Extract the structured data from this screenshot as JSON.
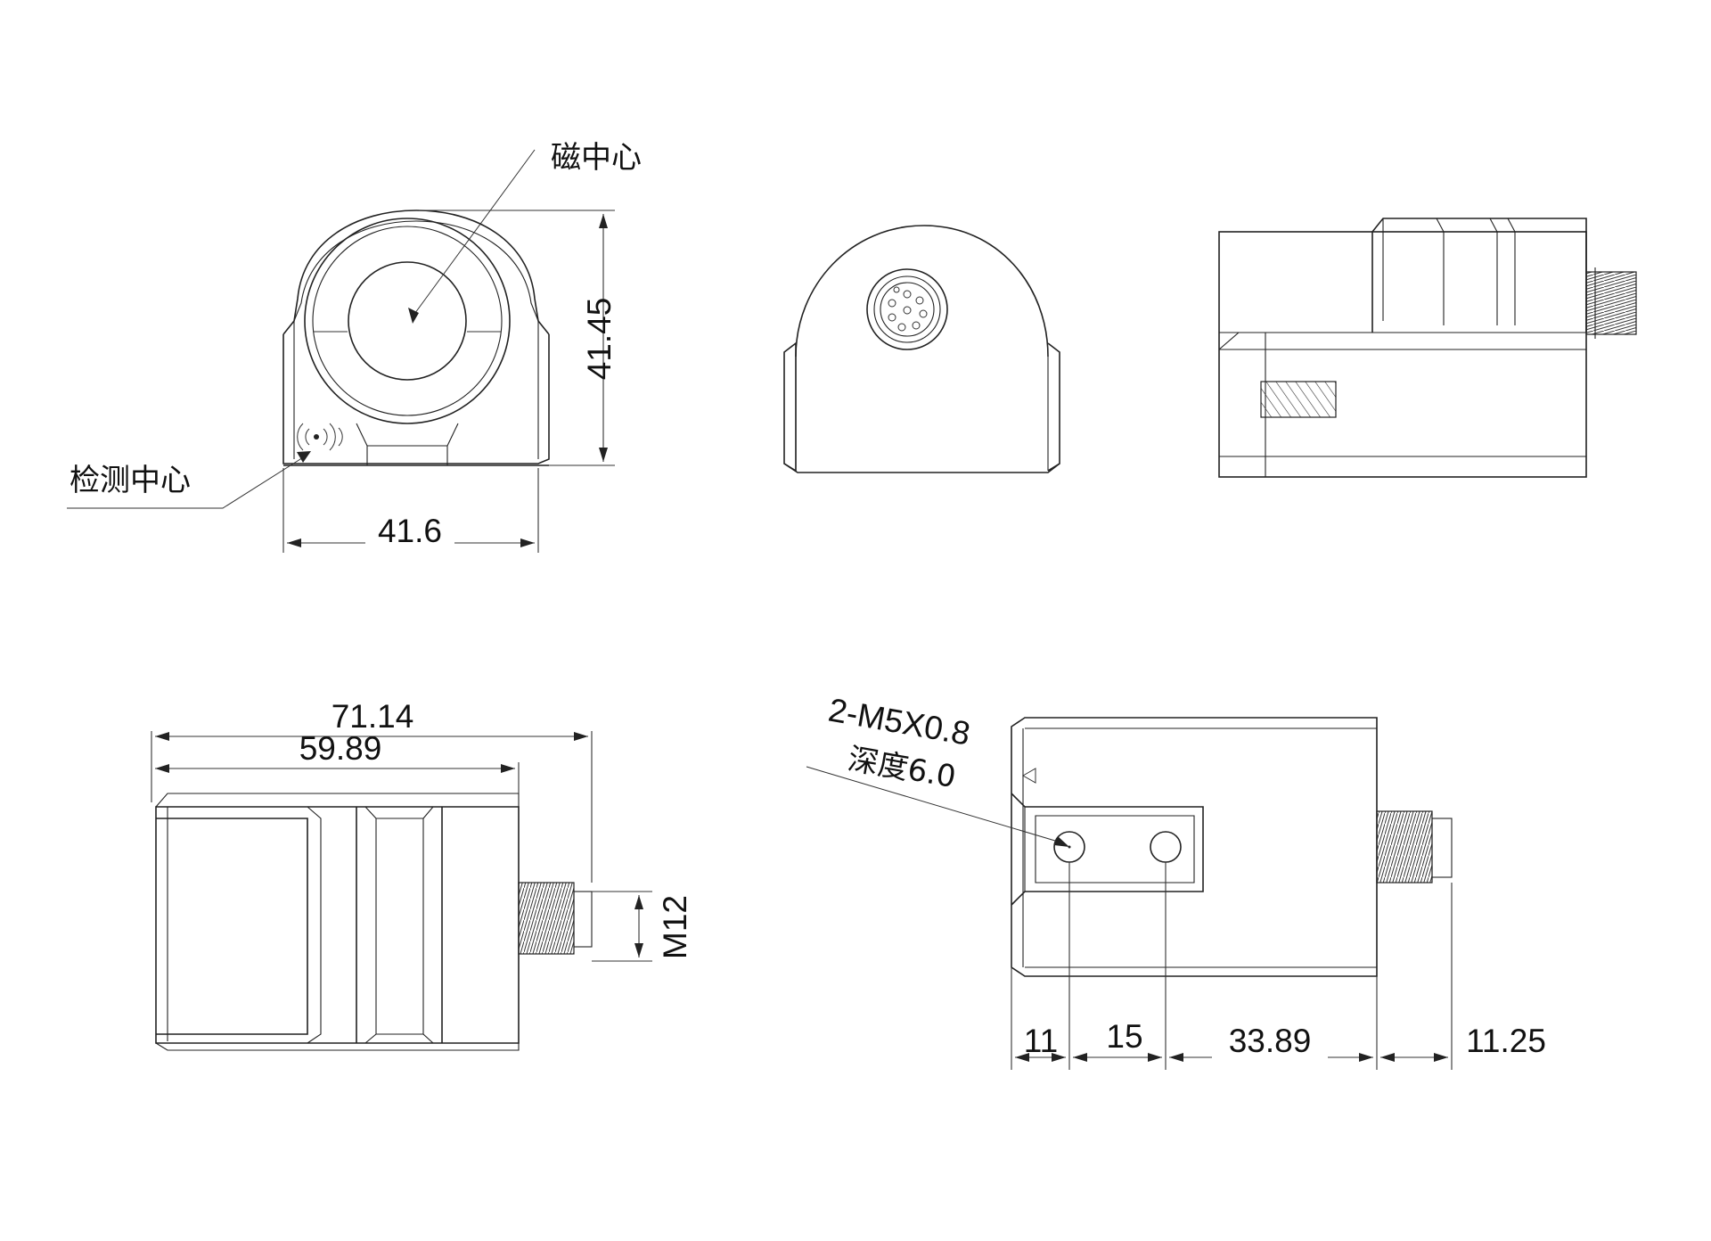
{
  "labels": {
    "magnetic_center": "磁中心",
    "detection_center": "检测中心",
    "thread_note_line1": "2-M5X0.8",
    "thread_note_line2": "深度6.0"
  },
  "dimensions": {
    "front_height": "41.45",
    "front_width": "41.6",
    "top_total_length": "71.14",
    "top_body_length": "59.89",
    "connector_thread": "M12",
    "bottom_dim_1": "11",
    "bottom_dim_2": "15",
    "bottom_dim_3": "33.89",
    "bottom_dim_4": "11.25"
  },
  "colors": {
    "line": "#222222",
    "background": "#ffffff"
  }
}
